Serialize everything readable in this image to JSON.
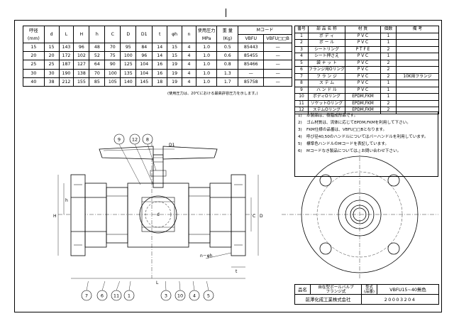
{
  "dimension_table": {
    "headers": {
      "size": "呼径",
      "size_unit": "(mm)",
      "d": "d",
      "L": "L",
      "H": "H",
      "h": "h",
      "C": "C",
      "D": "D",
      "D1": "D1",
      "t": "t",
      "phi_h": "φh",
      "n": "n",
      "pressure": "使用圧力",
      "pressure_unit": "MPa",
      "weight": "重 量",
      "weight_unit": "(Kg)",
      "m_code": "Mコード",
      "vbfu": "VBFU",
      "vbfu_variant": "VBFU□□B"
    },
    "rows": [
      {
        "size": "15",
        "d": "15",
        "L": "143",
        "H": "96",
        "h": "48",
        "C": "70",
        "D": "95",
        "D1": "84",
        "t": "14",
        "phi_h": "15",
        "n": "4",
        "pressure": "1.0",
        "weight": "0.5",
        "vbfu": "85443",
        "variant": "—"
      },
      {
        "size": "20",
        "d": "20",
        "L": "172",
        "H": "102",
        "h": "52",
        "C": "75",
        "D": "100",
        "D1": "96",
        "t": "14",
        "phi_h": "15",
        "n": "4",
        "pressure": "1.0",
        "weight": "0.6",
        "vbfu": "85455",
        "variant": "—"
      },
      {
        "size": "25",
        "d": "25",
        "L": "187",
        "H": "127",
        "h": "64",
        "C": "90",
        "D": "125",
        "D1": "104",
        "t": "16",
        "phi_h": "19",
        "n": "4",
        "pressure": "1.0",
        "weight": "0.8",
        "vbfu": "85466",
        "variant": "—"
      },
      {
        "size": "30",
        "d": "30",
        "L": "190",
        "H": "138",
        "h": "70",
        "C": "100",
        "D": "135",
        "D1": "104",
        "t": "16",
        "phi_h": "19",
        "n": "4",
        "pressure": "1.0",
        "weight": "1.3",
        "vbfu": "—",
        "variant": "—"
      },
      {
        "size": "40",
        "d": "38",
        "L": "212",
        "H": "155",
        "h": "85",
        "C": "105",
        "D": "140",
        "D1": "145",
        "t": "18",
        "phi_h": "19",
        "n": "4",
        "pressure": "1.0",
        "weight": "1.7",
        "vbfu": "85758",
        "variant": "—"
      }
    ],
    "footnote": "(使用圧力は、20℃における最高許容圧力を示します。)"
  },
  "parts_table": {
    "headers": {
      "no": "番号",
      "name": "部 品 名 称",
      "material": "材 質",
      "qty": "個数",
      "remarks": "備 考"
    },
    "rows": [
      {
        "no": "1",
        "name": "ボ デ ィ",
        "material": "P V C",
        "qty": "1",
        "remarks": ""
      },
      {
        "no": "2",
        "name": "ボ ー ル",
        "material": "P V C",
        "qty": "1",
        "remarks": ""
      },
      {
        "no": "3",
        "name": "シートリング",
        "material": "P T F E",
        "qty": "2",
        "remarks": ""
      },
      {
        "no": "4",
        "name": "シート押さえ",
        "material": "P V C",
        "qty": "1",
        "remarks": ""
      },
      {
        "no": "5",
        "name": "袋 ナ ッ ト",
        "material": "P V C",
        "qty": "2",
        "remarks": ""
      },
      {
        "no": "6",
        "name": "フランジ用Oリング",
        "material": "P V C",
        "qty": "2",
        "remarks": ""
      },
      {
        "no": "7",
        "name": "フ ラ ン ジ",
        "material": "P V C",
        "qty": "2",
        "remarks": "10K用フランジ"
      },
      {
        "no": "8",
        "name": "ス テ ム",
        "material": "P V C",
        "qty": "1",
        "remarks": ""
      },
      {
        "no": "9",
        "name": "ハ ン ド ル",
        "material": "P V C",
        "qty": "1",
        "remarks": ""
      },
      {
        "no": "10",
        "name": "ボディOリング",
        "material": "EPDM,FKM",
        "qty": "1",
        "remarks": ""
      },
      {
        "no": "11",
        "name": "ソケットOリング",
        "material": "EPDM,FKM",
        "qty": "2",
        "remarks": ""
      },
      {
        "no": "12",
        "name": "ステムOリング",
        "material": "EPDM,FKM",
        "qty": "2",
        "remarks": ""
      }
    ]
  },
  "notes": [
    {
      "no": "1)",
      "text": "本製品は、樹脂成形品です。"
    },
    {
      "no": "2)",
      "text": "ゴム材質は、流体に応じてEPDM,FKMを利用して下さい。"
    },
    {
      "no": "3)",
      "text": "FKM仕様の品番は、VBFU□□Bとなります。"
    },
    {
      "no": "4)",
      "text": "呼び径40,50のハンドルについてはバーハンドルを利用しています。"
    },
    {
      "no": "5)",
      "text": "標準色ハンドルのMコードを表記しています。"
    },
    {
      "no": "6)",
      "text": "Mコードなき製品については、お問い合わせ下さい。"
    }
  ],
  "title_block": {
    "name_label": "品名",
    "name_value": "自在型ボールバルブ",
    "name_sub": "フランジ式",
    "model_label": "型式",
    "model_sub": "(品番)",
    "model_value": "VBFU15~40無色",
    "company": "前澤化成工業株式会社",
    "drawing_no": "20003204"
  },
  "drawing": {
    "dim_labels": {
      "D1": "D1",
      "H": "H",
      "h": "h",
      "d": "d",
      "L": "L",
      "C": "C",
      "D": "D",
      "t": "t",
      "n_phi_h": "n－φh"
    },
    "balloons": {
      "b9": "9",
      "b12": "12",
      "b8": "8",
      "b7": "7",
      "b6": "6",
      "b11": "11",
      "b1": "1",
      "b3": "3",
      "b10": "10",
      "b4": "4",
      "b5": "5"
    }
  }
}
